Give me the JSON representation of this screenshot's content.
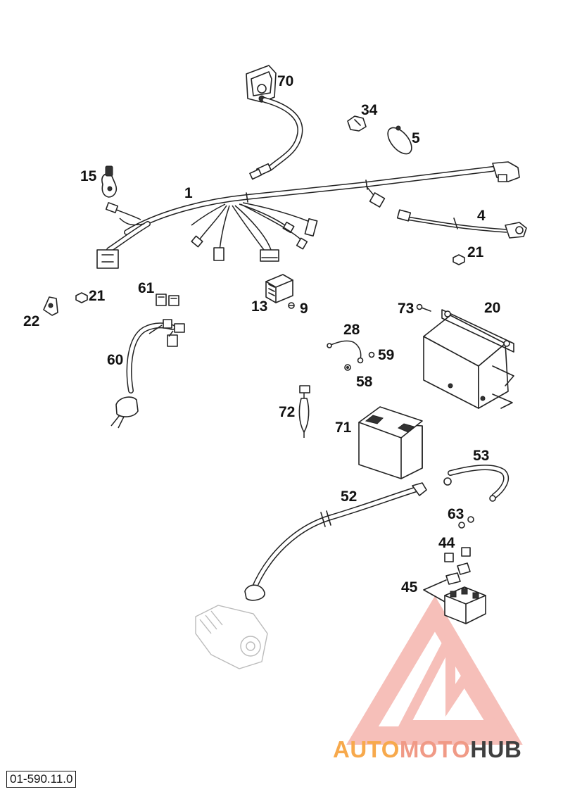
{
  "diagram": {
    "reference_code": "01-590.11.0",
    "parts": [
      {
        "id": "harness",
        "label": "1"
      },
      {
        "id": "coil",
        "label": "70"
      },
      {
        "id": "cap-34",
        "label": "34"
      },
      {
        "id": "clamp",
        "label": "5"
      },
      {
        "id": "switch",
        "label": "15"
      },
      {
        "id": "cable-4",
        "label": "4"
      },
      {
        "id": "nut-21a",
        "label": "21"
      },
      {
        "id": "nut-21b",
        "label": "21"
      },
      {
        "id": "bracket-22",
        "label": "22"
      },
      {
        "id": "relay-61",
        "label": "61"
      },
      {
        "id": "regulator",
        "label": "13"
      },
      {
        "id": "screw-9",
        "label": "9"
      },
      {
        "id": "screw-73",
        "label": "73"
      },
      {
        "id": "battery-box",
        "label": "20"
      },
      {
        "id": "ignition-cable",
        "label": "60"
      },
      {
        "id": "ground-wire",
        "label": "28"
      },
      {
        "id": "screw-59",
        "label": "59"
      },
      {
        "id": "washer-58",
        "label": "58"
      },
      {
        "id": "fuse-72",
        "label": "72"
      },
      {
        "id": "battery",
        "label": "71"
      },
      {
        "id": "cable-53",
        "label": "53"
      },
      {
        "id": "starter-cable",
        "label": "52"
      },
      {
        "id": "screw-63",
        "label": "63"
      },
      {
        "id": "cap-44",
        "label": "44"
      },
      {
        "id": "cap-45",
        "label": "45"
      }
    ]
  },
  "watermark": {
    "part1": "AUTO",
    "part2": "MOTO",
    "part3": "HUB",
    "colors": {
      "orange": "#f7a94c",
      "salmon": "#f09a86",
      "dark": "#3f3f3f",
      "logo": "#ef8b80"
    }
  }
}
